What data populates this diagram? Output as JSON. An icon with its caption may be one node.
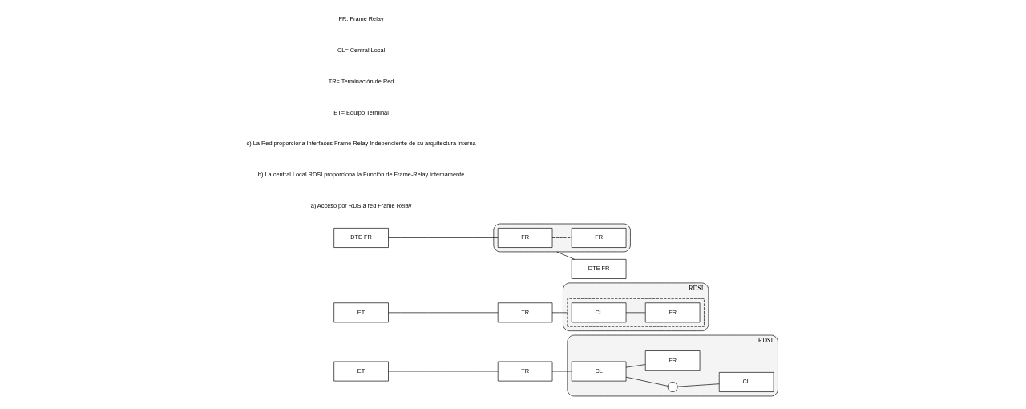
{
  "diagram": {
    "nodes": [
      {
        "text": [
          "ET"
        ]
      },
      {
        "text": [
          "TR"
        ]
      },
      {
        "text": [
          "RDSI"
        ]
      },
      {
        "text": [
          "CL"
        ],
        "in": 2
      },
      {
        "text": [],
        "shape": "circle",
        "in": 2
      },
      {
        "text": [
          "CL"
        ],
        "in": 2
      },
      {
        "text": [
          "FR"
        ],
        "in": 2
      },
      {
        "text": [
          "ET"
        ]
      },
      {
        "text": [
          "TR"
        ]
      },
      {
        "text": [
          "RDSI"
        ]
      },
      {
        "text": [],
        "shape": "box",
        "in": 9
      },
      {
        "text": [
          "CL"
        ],
        "in": 10
      },
      {
        "text": [
          "FR"
        ],
        "in": 10
      },
      {
        "text": [
          "DTE FR"
        ]
      },
      {
        "text": [],
        "shape": "cloud"
      },
      {
        "text": [
          "FR"
        ],
        "in": 14
      },
      {
        "text": [
          "FR"
        ],
        "in": 14
      },
      {
        "text": [
          "DTE FR"
        ]
      }
    ],
    "edges": [
      {
        "from": 0,
        "to": 1,
        "arrow": "none"
      },
      {
        "from": 1,
        "to": 3,
        "arrow": "none"
      },
      {
        "from": 3,
        "to": 4,
        "arrow": "none"
      },
      {
        "from": 4,
        "to": 5,
        "arrow": "none"
      },
      {
        "from": 3,
        "to": 6,
        "arrow": "none"
      },
      {
        "from": 7,
        "to": 8,
        "arrow": "none"
      },
      {
        "from": 8,
        "to": 10,
        "arrow": "none"
      },
      {
        "from": 11,
        "to": 12,
        "arrow": "none"
      },
      {
        "from": 13,
        "to": 15,
        "arrow": "none"
      },
      {
        "from": 15,
        "to": 16,
        "arrow": "none",
        "style": "dashed"
      },
      {
        "from": 14,
        "to": 17,
        "arrow": "none"
      }
    ],
    "labels": [
      "a) Acceso por RDS a red Frame Relay",
      "b) La central Local RDSI proporciona la Función de Frame-Relay internamente",
      "c) La Red proporciona Interfaces Frame Relay Independiente de su arquitectura interna",
      "ET= Equipo Terminal",
      "TR= Terminación de Red",
      "CL= Central Local",
      "FR. Frame Relay"
    ]
  }
}
